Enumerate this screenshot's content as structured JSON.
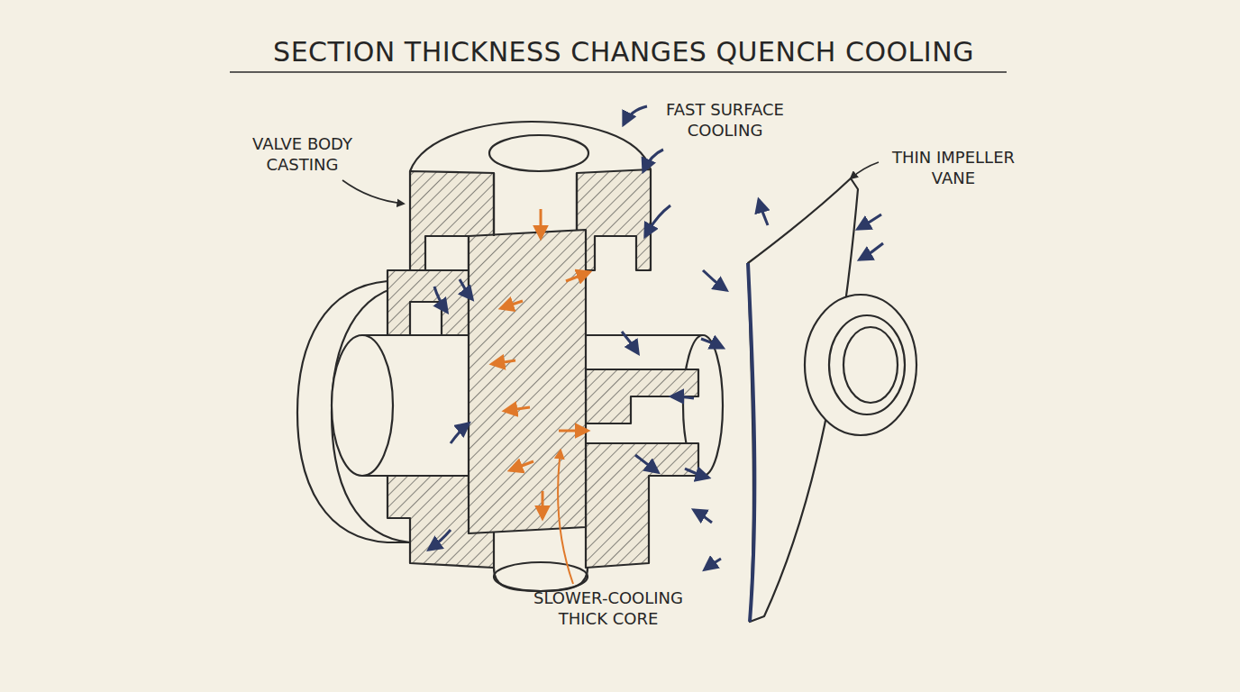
{
  "diagram": {
    "title": "SECTION THICKNESS CHANGES QUENCH COOLING",
    "labels": [
      "VALVE BODY CASTING",
      "FAST SURFACE COOLING",
      "THIN IMPELLER VANE",
      "SLOWER-COOLING THICK CORE"
    ]
  }
}
